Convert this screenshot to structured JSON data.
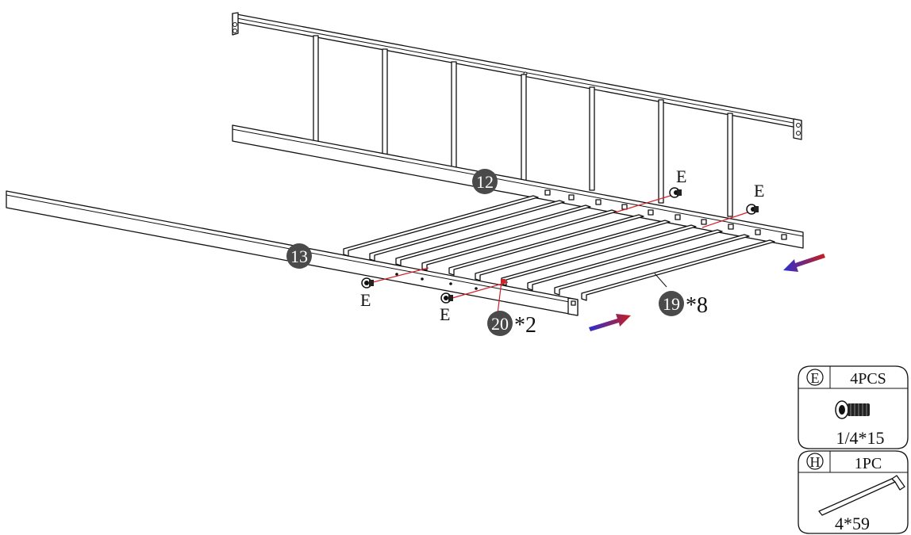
{
  "parts": {
    "headboard": "12",
    "side_rail": "13",
    "slats": "19",
    "slats_qty": "*8",
    "support": "20",
    "support_qty": "*2"
  },
  "hardware_labels": {
    "e_top_left": "E",
    "e_top_right": "E",
    "e_bottom_left": "E",
    "e_bottom_mid": "E"
  },
  "legend": {
    "items": [
      {
        "letter": "E",
        "qty": "4PCS",
        "spec": "1/4*15",
        "icon": "bolt-icon"
      },
      {
        "letter": "H",
        "qty": "1PC",
        "spec": "4*59",
        "icon": "allen-key-icon"
      }
    ]
  },
  "colors": {
    "callout_fill": "#4a4a4a",
    "red_line": "#d51f26",
    "arrow_start": "#2b2fd1",
    "arrow_end": "#c81e1e"
  }
}
